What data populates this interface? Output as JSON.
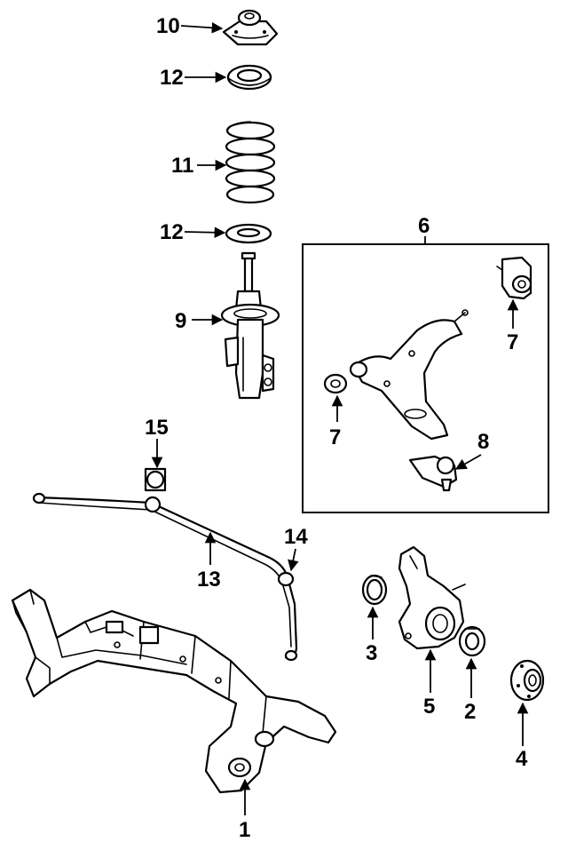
{
  "callouts": {
    "c10": "10",
    "c12a": "12",
    "c11": "11",
    "c12b": "12",
    "c9": "9",
    "c6": "6",
    "c7a": "7",
    "c7b": "7",
    "c8": "8",
    "c15": "15",
    "c13": "13",
    "c14": "14",
    "c3": "3",
    "c5": "5",
    "c2": "2",
    "c4": "4",
    "c1": "1"
  }
}
